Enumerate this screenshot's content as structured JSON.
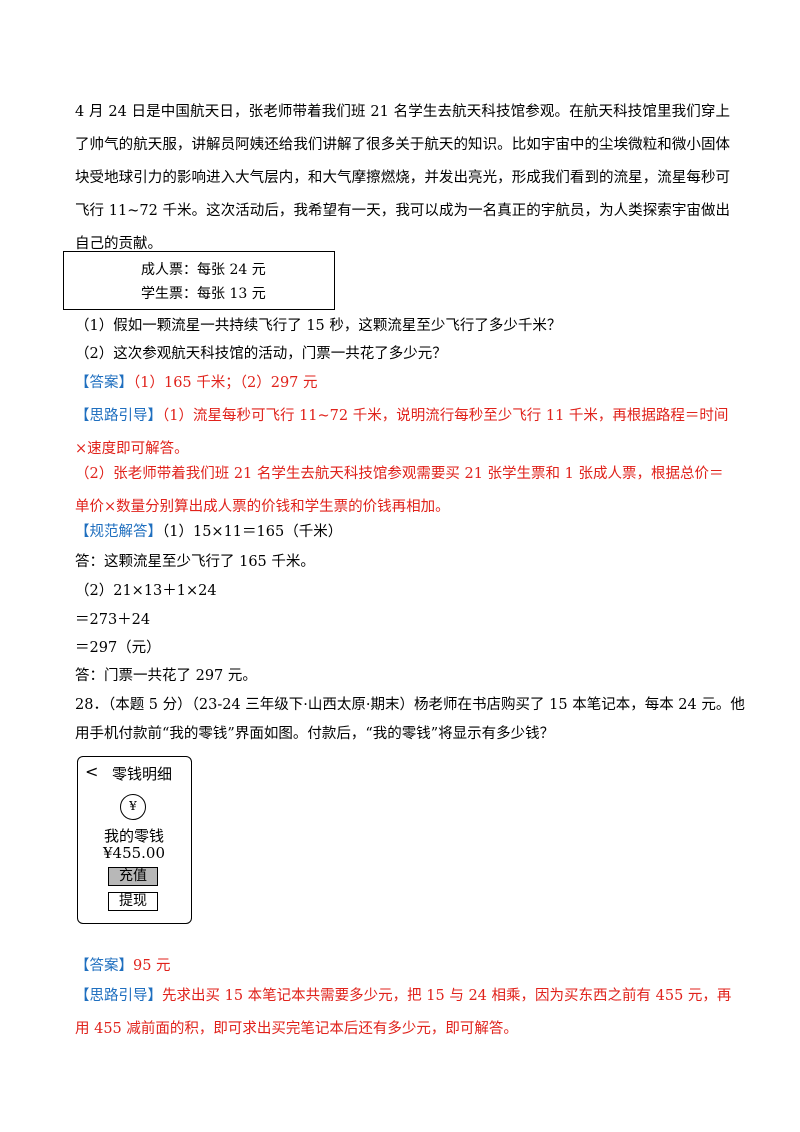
{
  "passage": "4 月 24 日是中国航天日，张老师带着我们班 21 名学生去航天科技馆参观。在航天科技馆里我们穿上了帅气的航天服，讲解员阿姨还给我们讲解了很多关于航天的知识。比如宇宙中的尘埃微粒和微小固体块受地球引力的影响进入大气层内，和大气摩擦燃烧，并发出亮光，形成我们看到的流星，流星每秒可飞行 11~72 千米。这次活动后，我希望有一天，我可以成为一名真正的宇航员，为人类探索宇宙做出自己的贡献。",
  "ticket_box": {
    "adult": "成人票：每张 24 元",
    "student": "学生票：每张 13 元"
  },
  "q27": {
    "q1": "（1）假如一颗流星一共持续飞行了 15 秒，这颗流星至少飞行了多少千米？",
    "q2": "（2）这次参观航天科技馆的活动，门票一共花了多少元？",
    "answer_label": "【答案】",
    "answer_text": "（1）165 千米；（2）297 元",
    "hint_label": "【思路引导】",
    "hint_text1": "（1）流星每秒可飞行 11~72 千米，说明流行每秒至少飞行 11 千米，再根据路程＝时间×速度即可解答。",
    "hint_text2": "（2）张老师带着我们班 21 名学生去航天科技馆参观需要买 21 张学生票和 1 张成人票，根据总价＝单价×数量分别算出成人票的价钱和学生票的价钱再相加。",
    "solution_label": "【规范解答】",
    "solution_1": "（1）15×11＝165（千米）",
    "solution_1_answer": "答：这颗流星至少飞行了 165 千米。",
    "solution_2a": "（2）21×13＋1×24",
    "solution_2b": "＝273＋24",
    "solution_2c": "＝297（元）",
    "solution_2_answer": "答：门票一共花了 297 元。"
  },
  "q28": {
    "line1": "28．（本题 5 分）（23-24 三年级下·山西太原·期末）杨老师在书店购买了 15 本笔记本，每本 24 元。他",
    "line2": "用手机付款前“我的零钱”界面如图。付款后，“我的零钱”将显示有多少钱？",
    "phone": {
      "back": "<",
      "title": "零钱明细",
      "yen_symbol": "¥",
      "label": "我的零钱",
      "amount": "¥455.00",
      "recharge": "充值",
      "withdraw": "提现"
    },
    "answer_label": "【答案】",
    "answer_text": "95 元",
    "hint_label": "【思路引导】",
    "hint_text": "先求出买 15 本笔记本共需要多少元，把 15 与 24 相乘，因为买东西之前有 455 元，再用 455 减前面的积，即可求出买完笔记本后还有多少元，即可解答。"
  }
}
